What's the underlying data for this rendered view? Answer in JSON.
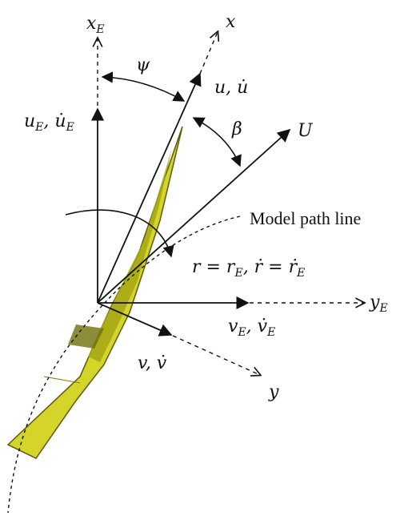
{
  "diagram": {
    "labels": {
      "x_E": "x",
      "x_E_sub": "E",
      "x": "x",
      "psi": "ψ",
      "u_udot": "u, u̇",
      "uE_udotE_1": "u",
      "uE_udotE_sub1": "E",
      "uE_udotE_2": ", u̇",
      "uE_udotE_sub2": "E",
      "beta": "β",
      "U": "U",
      "model_path_line": "Model path line",
      "r_eq_1": "r = r",
      "r_eq_sub1": "E",
      "r_eq_2": ", ṙ = ṙ",
      "r_eq_sub2": "E",
      "y_E": "y",
      "y_E_sub": "E",
      "vE_vdotE_1": "v",
      "vE_vdotE_sub1": "E",
      "vE_vdotE_2": ", v̇",
      "vE_vdotE_sub2": "E",
      "v_vdot": "v, v̇",
      "y": "y"
    },
    "colors": {
      "hull_fill": "#d4d42a",
      "hull_dark": "#8f8f10",
      "hull_outline": "#5a5a08",
      "line": "#111111"
    }
  }
}
